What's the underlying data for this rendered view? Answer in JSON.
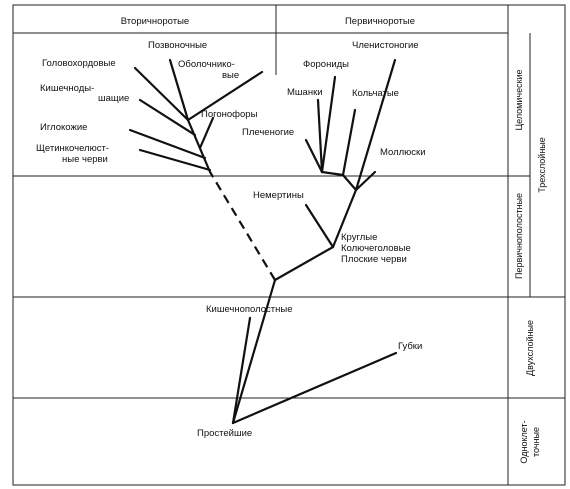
{
  "header": {
    "left": "Вторичноротые",
    "right": "Первичноротые"
  },
  "taxa": {
    "chordates": "Позвоночные",
    "hemichordates": "Головохордовые",
    "tunicates_1": "Оболочнико-",
    "tunicates_2": "вые",
    "enteropneusts_1": "Кишечноды-",
    "enteropneusts_2": "шащие",
    "pogonophores": "Погонофоры",
    "echinoderms": "Иглокожие",
    "chaetognaths_1": "Щетинкочелюст-",
    "chaetognaths_2": "ные черви",
    "arthropods": "Членистоногие",
    "phoronids": "Форониды",
    "bryozoans": "Мшанки",
    "annelids": "Кольчатые",
    "brachiopods": "Плеченогие",
    "mollusks": "Моллюски",
    "nemerteans": "Немертины",
    "roundworms": "Круглые",
    "acanthocephalans": "Колючеголовые",
    "flatworms": "Плоские черви",
    "cnidarians": "Кишечнополостные",
    "sponges": "Губки",
    "protozoa": "Простейшие"
  },
  "side_labels": {
    "coelomic": "Целомические",
    "primary_cavity": "Первичнополостные",
    "triploblastic": "Трехслойные",
    "diploblastic": "Двухслойные",
    "unicellular_1": "Одноклет-",
    "unicellular_2": "точные"
  }
}
